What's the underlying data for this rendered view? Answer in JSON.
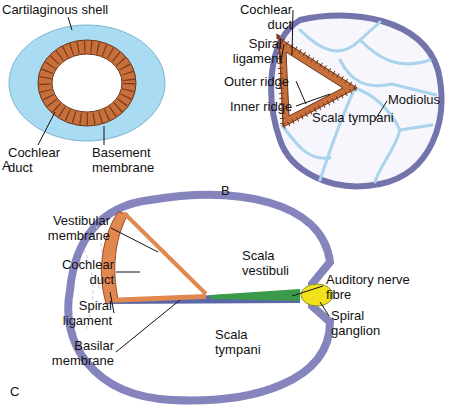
{
  "diagram": {
    "labels": [
      "Cartilaginous shell",
      "Cochlear duct",
      "Basement membrane",
      "A",
      "Cochlear duct",
      "Spiral ligament",
      "Outer ridge",
      "Inner ridge",
      "Modiolus",
      "Scala tympani",
      "B",
      "Vestibular membrane",
      "Scala vestibuli",
      "Cochlear duct",
      "Auditory nerve fibre",
      "Spiral ligament",
      "Spiral ganglion",
      "Basilar membrane",
      "Scala tympani",
      "C"
    ]
  }
}
